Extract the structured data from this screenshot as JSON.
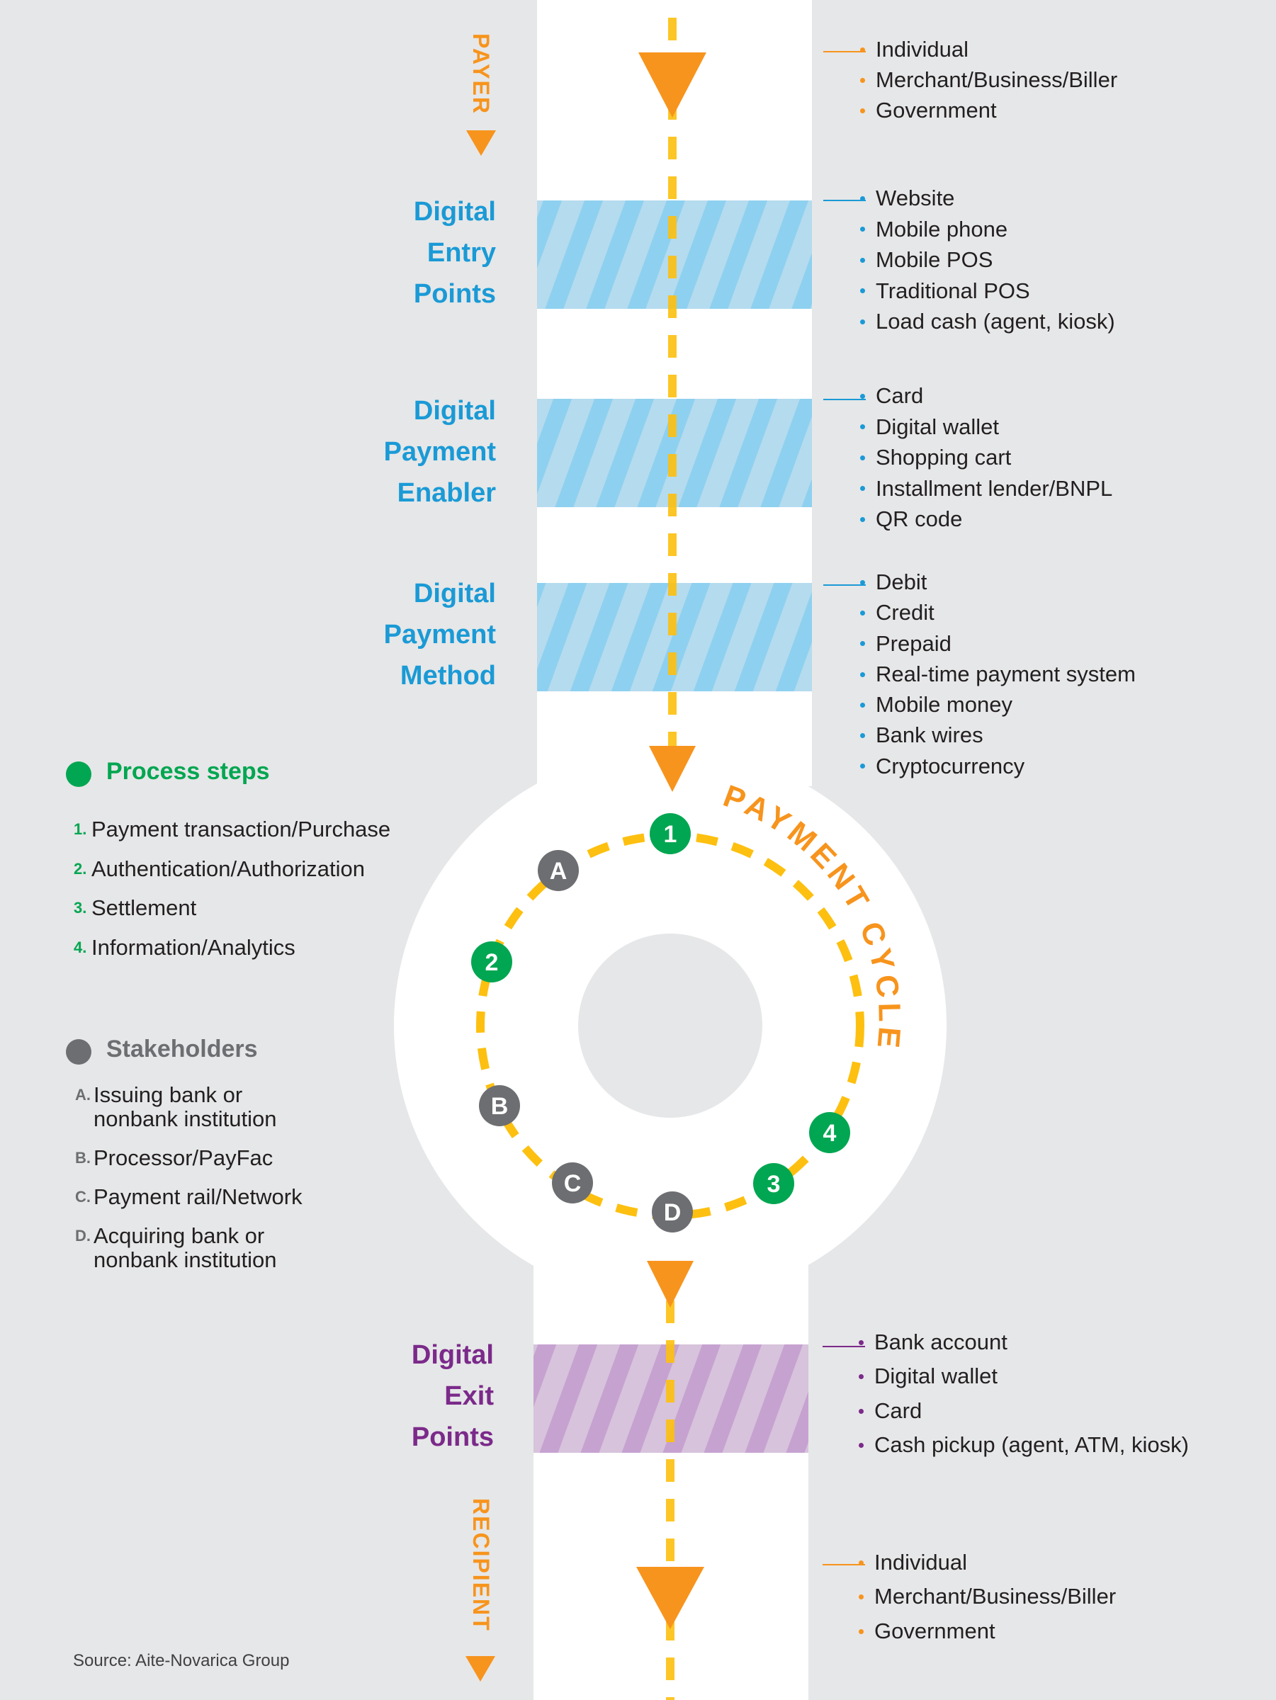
{
  "payer_label": "PAYER",
  "recipient_label": "RECIPIENT",
  "cycle_label": "PAYMENT CYCLE",
  "colors": {
    "orange": "#f7941d",
    "blue": "#1a9ad6",
    "purple": "#7b2a8a",
    "green": "#00a651",
    "gray": "#6d6e71",
    "path_yellow": "#fdc010"
  },
  "payer": {
    "items": [
      "Individual",
      "Merchant/Business/Biller",
      "Government"
    ]
  },
  "stages": [
    {
      "title_lines": [
        "Digital",
        "Entry",
        "Points"
      ],
      "items": [
        "Website",
        "Mobile phone",
        "Mobile POS",
        "Traditional POS",
        "Load cash (agent, kiosk)"
      ]
    },
    {
      "title_lines": [
        "Digital",
        "Payment",
        "Enabler"
      ],
      "items": [
        "Card",
        "Digital wallet",
        "Shopping cart",
        "Installment lender/BNPL",
        "QR code"
      ]
    },
    {
      "title_lines": [
        "Digital",
        "Payment",
        "Method"
      ],
      "items": [
        "Debit",
        "Credit",
        "Prepaid",
        "Real-time payment system",
        "Mobile money",
        "Bank wires",
        "Cryptocurrency"
      ]
    }
  ],
  "exit_stage": {
    "title_lines": [
      "Digital",
      "Exit",
      "Points"
    ],
    "items": [
      "Bank account",
      "Digital wallet",
      "Card",
      "Cash pickup (agent, ATM, kiosk)"
    ]
  },
  "recipient": {
    "items": [
      "Individual",
      "Merchant/Business/Biller",
      "Government"
    ]
  },
  "process_steps": {
    "title": "Process steps",
    "items": [
      {
        "num": "1.",
        "text": "Payment transaction/Purchase"
      },
      {
        "num": "2.",
        "text": "Authentication/Authorization"
      },
      {
        "num": "3.",
        "text": "Settlement"
      },
      {
        "num": "4.",
        "text": "Information/Analytics"
      }
    ]
  },
  "stakeholders": {
    "title": "Stakeholders",
    "items": [
      {
        "num": "A.",
        "lines": [
          "Issuing bank or",
          "nonbank institution"
        ]
      },
      {
        "num": "B.",
        "lines": [
          "Processor/PayFac"
        ]
      },
      {
        "num": "C.",
        "lines": [
          "Payment rail/Network"
        ]
      },
      {
        "num": "D.",
        "lines": [
          "Acquiring bank or",
          "nonbank institution"
        ]
      }
    ]
  },
  "cycle_nodes": [
    {
      "label": "1",
      "kind": "step"
    },
    {
      "label": "A",
      "kind": "stakeholder"
    },
    {
      "label": "2",
      "kind": "step"
    },
    {
      "label": "B",
      "kind": "stakeholder"
    },
    {
      "label": "C",
      "kind": "stakeholder"
    },
    {
      "label": "D",
      "kind": "stakeholder"
    },
    {
      "label": "3",
      "kind": "step"
    },
    {
      "label": "4",
      "kind": "step"
    }
  ],
  "source": "Source: Aite-Novarica Group"
}
